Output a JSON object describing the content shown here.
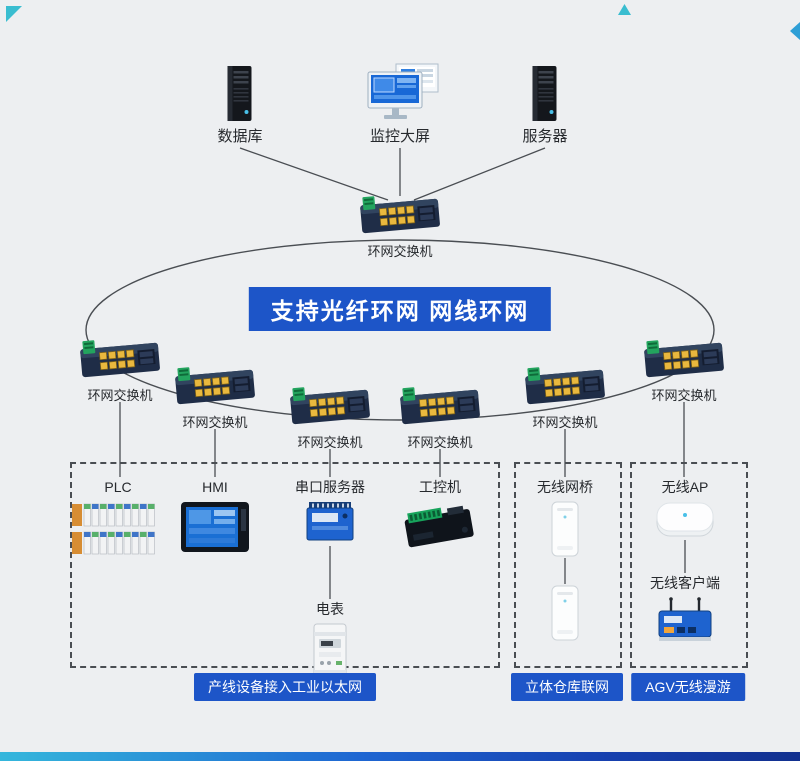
{
  "colors": {
    "accent": "#1d55c8",
    "background": "#edeff1",
    "line": "#4a4e53"
  },
  "banner": {
    "text": "支持光纤环网 网线环网"
  },
  "top_row": {
    "database": {
      "label": "数据库",
      "icon": "server-tower-icon"
    },
    "monitor_wall": {
      "label": "监控大屏",
      "icon": "monitor-wall-icon"
    },
    "server": {
      "label": "服务器",
      "icon": "server-tower-icon"
    }
  },
  "core_switch": {
    "label": "环网交换机",
    "icon": "ring-switch-icon"
  },
  "ring_switches": {
    "s1": {
      "label": "环网交换机"
    },
    "s2": {
      "label": "环网交换机"
    },
    "s3": {
      "label": "环网交换机"
    },
    "s4": {
      "label": "环网交换机"
    },
    "s5": {
      "label": "环网交换机"
    },
    "s6": {
      "label": "环网交换机"
    }
  },
  "production_group": {
    "badge": "产线设备接入工业以太网",
    "plc": {
      "label": "PLC",
      "icon": "plc-modules-icon"
    },
    "hmi": {
      "label": "HMI",
      "icon": "hmi-panel-icon"
    },
    "serial_server": {
      "label": "串口服务器",
      "icon": "serial-server-icon"
    },
    "ipc": {
      "label": "工控机",
      "icon": "industrial-pc-icon"
    },
    "meter": {
      "label": "电表",
      "icon": "power-meter-icon"
    }
  },
  "warehouse_group": {
    "badge": "立体仓库联网",
    "bridge": {
      "label": "无线网桥",
      "icon": "wireless-bridge-icon"
    }
  },
  "agv_group": {
    "badge": "AGV无线漫游",
    "ap": {
      "label": "无线AP",
      "icon": "wireless-ap-icon"
    },
    "client": {
      "label": "无线客户端",
      "icon": "wireless-client-icon"
    }
  }
}
